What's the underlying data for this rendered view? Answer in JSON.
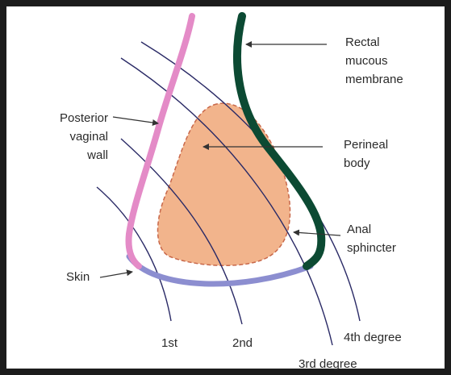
{
  "labels": {
    "rectal_line1": "Rectal",
    "rectal_line2": "mucous",
    "rectal_line3": "membrane",
    "posterior_line1": "Posterior",
    "posterior_line2": "vaginal",
    "posterior_line3": "wall",
    "perineal_line1": "Perineal",
    "perineal_line2": "body",
    "anal_line1": "Anal",
    "anal_line2": "sphincter",
    "skin": "Skin",
    "degree_1": "1st",
    "degree_2": "2nd",
    "degree_4": "4th degree",
    "degree_3": "3rd degree"
  },
  "colors": {
    "vaginal_wall": "#e48bc7",
    "rectal_mucosa": "#0c4a33",
    "perineal_body": "#f2b48c",
    "perineal_outline": "#c8684a",
    "skin": "#8c8ed0",
    "tear_lines": "#2a2a66",
    "pointer": "#333333"
  }
}
